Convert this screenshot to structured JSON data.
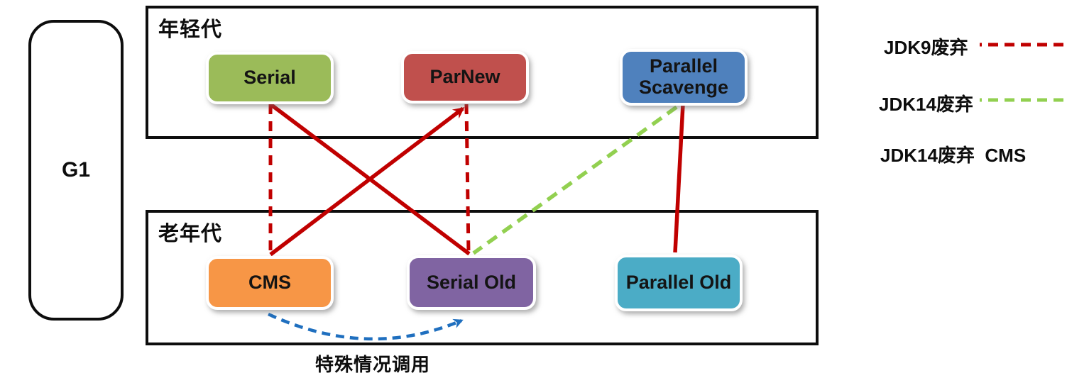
{
  "diagram": {
    "g1": {
      "label": "G1"
    },
    "young_gen": {
      "title": "年轻代",
      "nodes": [
        {
          "label": "Serial",
          "color": "#9BBB59"
        },
        {
          "label": "ParNew",
          "color": "#C0504D"
        },
        {
          "label": "Parallel Scavenge",
          "color": "#4F81BD"
        }
      ]
    },
    "old_gen": {
      "title": "老年代",
      "nodes": [
        {
          "label": "CMS",
          "color": "#F79646"
        },
        {
          "label": "Serial Old",
          "color": "#8064A2"
        },
        {
          "label": "Parallel Old",
          "color": "#4BACC6"
        }
      ]
    },
    "edges": [
      {
        "from": "Serial",
        "to": "CMS",
        "style": "dashed",
        "color": "#C00000",
        "legend": "JDK9废弃"
      },
      {
        "from": "Serial",
        "to": "Serial Old",
        "style": "solid",
        "color": "#C00000"
      },
      {
        "from": "CMS",
        "to": "ParNew",
        "style": "solid",
        "color": "#C00000",
        "arrow": true
      },
      {
        "from": "ParNew",
        "to": "Serial Old",
        "style": "dashed",
        "color": "#C00000",
        "legend": "JDK9废弃"
      },
      {
        "from": "Parallel Scavenge",
        "to": "Serial Old",
        "style": "dashed",
        "color": "#92D050",
        "legend": "JDK14废弃"
      },
      {
        "from": "Parallel Scavenge",
        "to": "Parallel Old",
        "style": "solid",
        "color": "#C00000"
      },
      {
        "from": "CMS",
        "to": "Serial Old",
        "style": "dashed-curve",
        "color": "#1F6FBF",
        "arrow": true,
        "label": "特殊情况调用"
      }
    ],
    "annotation": "特殊情况调用"
  },
  "legend": {
    "items": [
      {
        "label": "JDK9废弃",
        "line_color": "#C00000",
        "line_style": "dashed"
      },
      {
        "label": "JDK14废弃",
        "line_color": "#92D050",
        "line_style": "dashed"
      },
      {
        "label": "JDK14废弃  CMS",
        "line_color": "",
        "line_style": "none"
      }
    ]
  }
}
